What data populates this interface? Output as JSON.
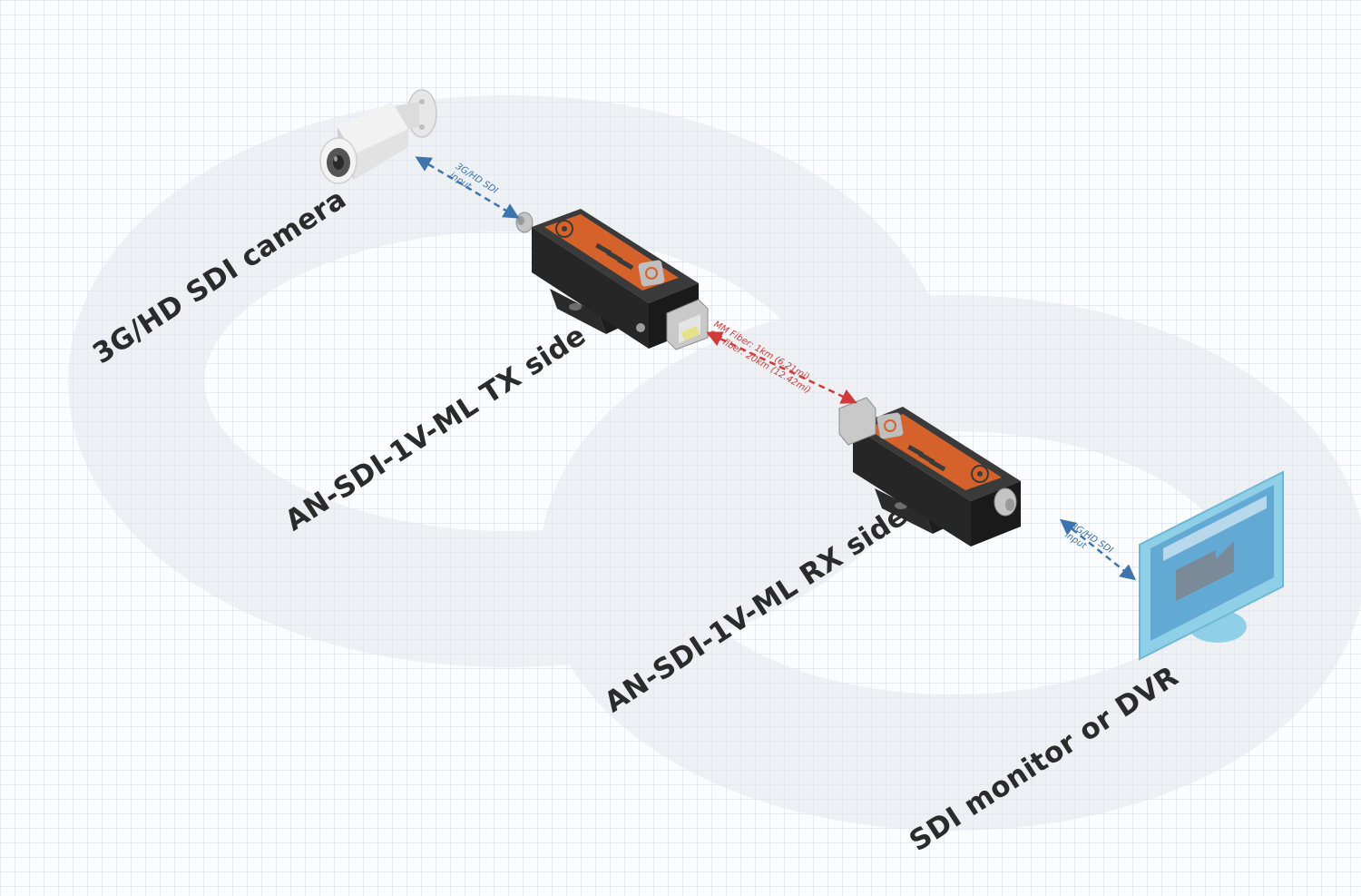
{
  "labels": {
    "camera": "3G/HD SDI camera",
    "tx": "AN-SDI-1V-ML TX side",
    "rx": "AN-SDI-1V-ML RX side",
    "monitor": "SDI monitor or DVR"
  },
  "links": {
    "camera_input": {
      "line1": "3G/HD SDI",
      "line2": "input"
    },
    "monitor_input": {
      "line1": "3G/HD SDI",
      "line2": "input"
    },
    "fiber": {
      "line1": "MM Fiber: 1km (6.21mi)",
      "line2": "SM fiber: 20km (12.42mi)"
    }
  },
  "colors": {
    "sdi_link": "#3d74ad",
    "fiber_link": "#d13a3a",
    "device_body": "#2a2a2a",
    "device_panel": "#d5622a",
    "monitor_frame": "#8fd0e8",
    "monitor_screen": "#62a9d4",
    "label_text": "#2b2b2b"
  }
}
